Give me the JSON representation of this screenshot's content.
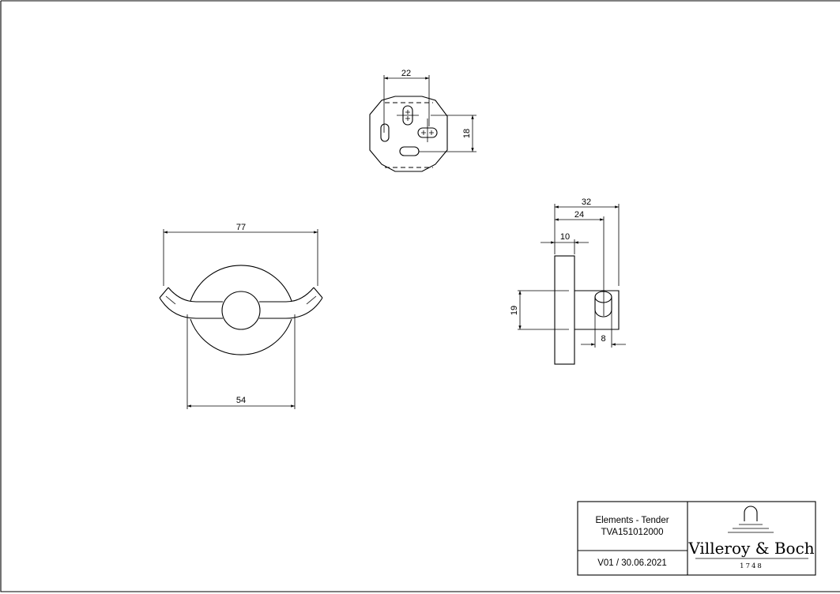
{
  "dimensions": {
    "front_width_total": "77",
    "front_rosette_diameter": "54",
    "plate_hole_spacing_x": "22",
    "plate_hole_spacing_y": "18",
    "side_depth_total": "32",
    "side_depth_hook": "24",
    "side_rosette_thickness": "10",
    "side_hook_height": "19",
    "side_hook_diameter": "8"
  },
  "title_block": {
    "product_name": "Elements - Tender",
    "article_number": "TVA151012000",
    "version_date": "V01 / 30.06.2021",
    "brand": "Villeroy & Boch",
    "brand_year": "1748"
  }
}
